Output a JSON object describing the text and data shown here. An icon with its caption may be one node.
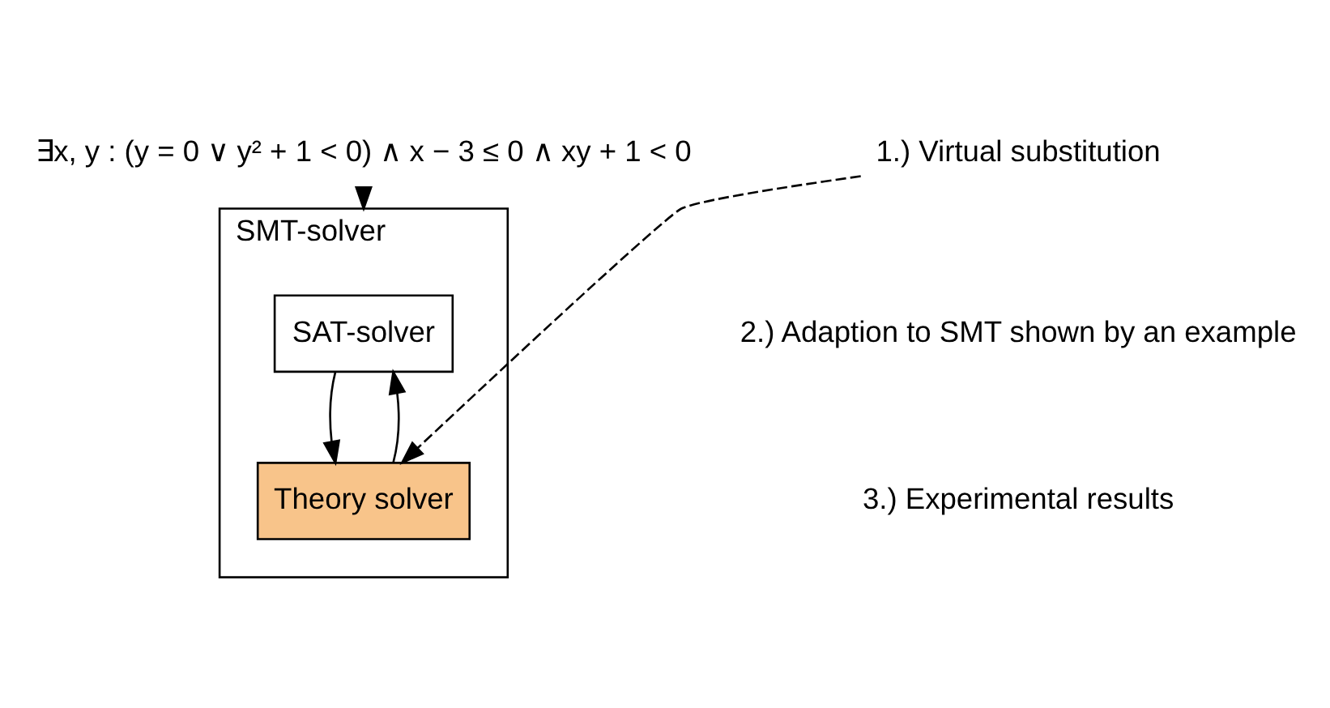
{
  "diagram": {
    "nodes": [
      {
        "text": [
          "∃x, y : (y = 0 ∨ y² + 1 < 0) ∧ x − 3 ≤ 0 ∧ xy + 1 < 0"
        ]
      },
      {
        "text": [
          "SMT-solver"
        ]
      },
      {
        "text": [
          "SAT-solver"
        ],
        "in": 1
      },
      {
        "text": [
          "Theory solver"
        ],
        "in": 1
      },
      {
        "text": [
          "1.) Virtual substitution"
        ]
      }
    ],
    "edges": [
      {
        "from": 0,
        "to": 1,
        "arrow": "to"
      },
      {
        "from": 2,
        "to": 3,
        "arrow": "to"
      },
      {
        "from": 3,
        "to": 2,
        "arrow": "to"
      },
      {
        "from": 4,
        "to": 3,
        "arrow": "to",
        "style": "dashed"
      }
    ],
    "labels": [
      "2.) Adaption to SMT shown by an example",
      "3.) Experimental results"
    ]
  }
}
